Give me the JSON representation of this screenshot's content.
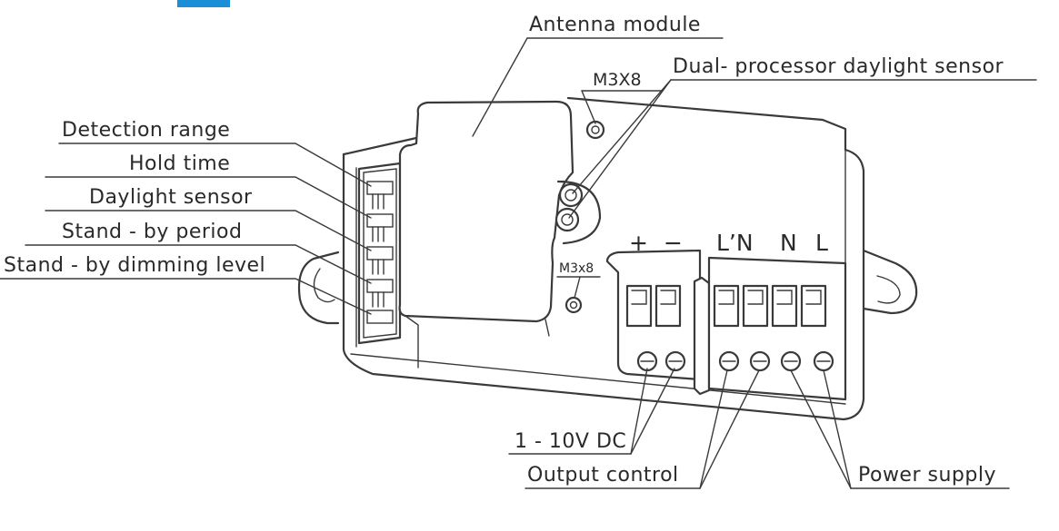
{
  "colors": {
    "ink": "#2a2a2a",
    "accent": "#1a8fd8",
    "background": "#ffffff"
  },
  "labels": {
    "antenna_module": "Antenna module",
    "m3x8_top": "M3X8",
    "dual_processor": "Dual- processor daylight sensor",
    "detection_range": "Detection range",
    "hold_time": "Hold time",
    "daylight_sensor": "Daylight sensor",
    "standby_period": "Stand - by period",
    "standby_dimming": "Stand - by dimming level",
    "m3x8_small": "M3x8",
    "dc_output": "1 - 10V DC",
    "output_control": "Output control",
    "power_supply": "Power supply"
  },
  "terminals": [
    "+",
    "−",
    "L’N",
    "N",
    "L"
  ]
}
